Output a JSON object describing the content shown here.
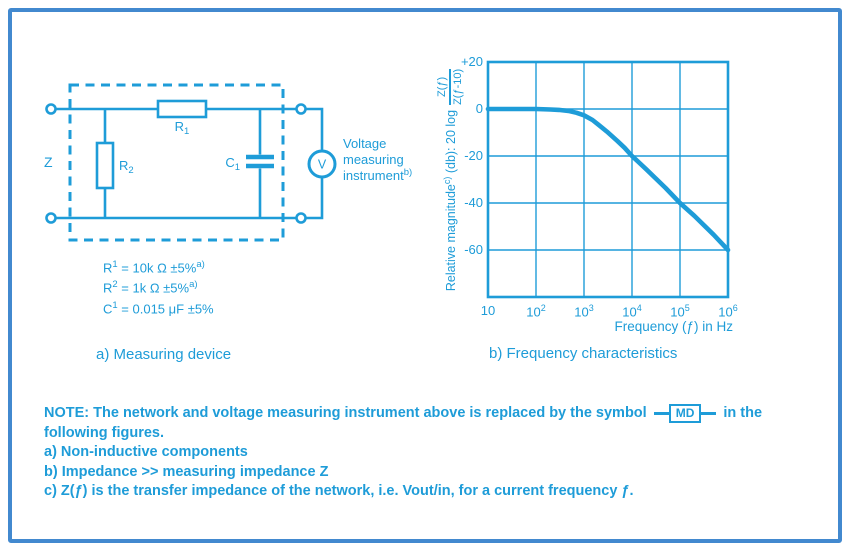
{
  "colors": {
    "ink": "#1e9cd8",
    "frame": "#4289cf",
    "background": "#ffffff"
  },
  "circuit": {
    "caption": "a) Measuring device",
    "z_label": "Z",
    "r1_name": "R",
    "r1_sub": "1",
    "r2_name": "R",
    "r2_sub": "2",
    "c1_name": "C",
    "c1_sub": "1",
    "voltmeter_letter": "V",
    "instrument_line1": "Voltage",
    "instrument_line2": "measuring",
    "instrument_line3": "instrument",
    "instrument_sup": "b)",
    "values": [
      {
        "name": "R",
        "sup": "1",
        "rest": " = 10k Ω ±5%",
        "note": "a)"
      },
      {
        "name": "R",
        "sup": "2",
        "rest": " = 1k Ω ±5%",
        "note": "a)"
      },
      {
        "name": "C",
        "sup": "1",
        "rest": " = 0.015 μF ±5%",
        "note": ""
      }
    ]
  },
  "chart": {
    "caption": "b) Frequency characteristics",
    "ylabel_main": "Relative magnitude",
    "ylabel_sup": "c)",
    "ylabel_rest": " (db): 20 log",
    "frac_num": "Z(ƒ)",
    "frac_den": "Z(ƒ-10)",
    "xlabel": "Frequency (ƒ) in Hz"
  },
  "chart_data": {
    "type": "line",
    "title": "b) Frequency characteristics",
    "xlabel": "Frequency (ƒ) in Hz",
    "ylabel": "Relative magnitude (db): 20 log Z(ƒ)/Z(ƒ-10)",
    "xscale": "log",
    "xlim": [
      10,
      1000000
    ],
    "ylim": [
      -80,
      20
    ],
    "grid": true,
    "x": [
      10,
      100,
      200,
      300,
      500,
      700,
      1000,
      1500,
      2000,
      3000,
      5000,
      7000,
      10000,
      20000,
      50000,
      100000,
      200000,
      500000,
      1000000
    ],
    "y": [
      0,
      0,
      -0.2,
      -0.4,
      -0.9,
      -1.6,
      -2.7,
      -4.7,
      -6.7,
      -9.6,
      -13.7,
      -16.5,
      -20,
      -25.7,
      -33.6,
      -40,
      -45.5,
      -53.5,
      -60
    ],
    "xtick_values": [
      10,
      100,
      1000,
      10000,
      100000,
      1000000
    ],
    "xticks": [
      {
        "base": "10",
        "exp": ""
      },
      {
        "base": "10",
        "exp": "2"
      },
      {
        "base": "10",
        "exp": "3"
      },
      {
        "base": "10",
        "exp": "4"
      },
      {
        "base": "10",
        "exp": "5"
      },
      {
        "base": "10",
        "exp": "6"
      }
    ],
    "ytick_values": [
      20,
      0,
      -20,
      -40,
      -60
    ],
    "yticks": [
      "+20",
      "0",
      "-20",
      "-40",
      "-60"
    ]
  },
  "note": {
    "line1_pre": "NOTE: The network and voltage measuring instrument above is replaced by the symbol",
    "md_label": "MD",
    "line1_post": "in the",
    "line2": "following figures.",
    "line3": "a) Non-inductive components",
    "line4": "b) Impedance >> measuring impedance Z",
    "line5": "c) Z(ƒ) is the transfer impedance of the network, i.e. Vout/in, for a current frequency ƒ."
  }
}
